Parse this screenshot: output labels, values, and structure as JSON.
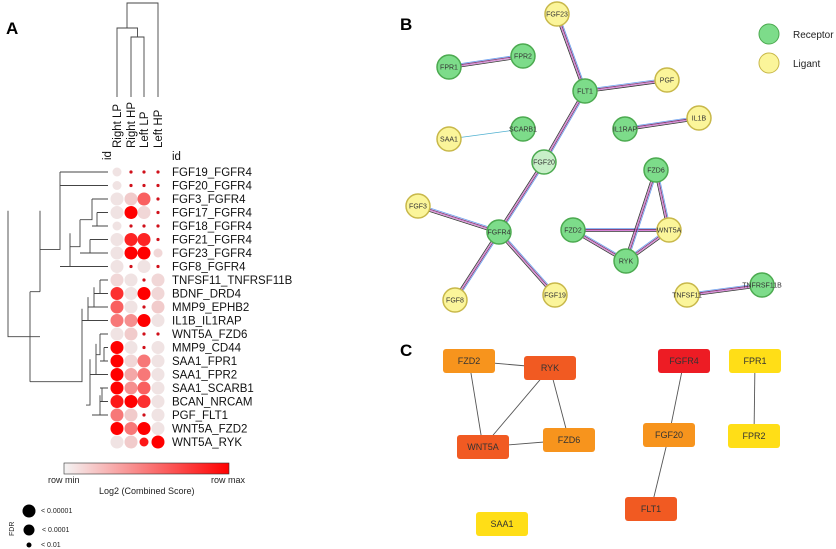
{
  "panels": {
    "a": "A",
    "b": "B",
    "c": "C"
  },
  "chart_data": {
    "type": "heatmap",
    "row_header": "id",
    "col_header": "id",
    "columns": [
      "Right LP",
      "Right HP",
      "Left LP",
      "Left HP"
    ],
    "rows": [
      "FGF19_FGFR4",
      "FGF20_FGFR4",
      "FGF3_FGFR4",
      "FGF17_FGFR4",
      "FGF18_FGFR4",
      "FGF21_FGFR4",
      "FGF23_FGFR4",
      "FGF8_FGFR4",
      "TNFSF11_TNFRSF11B",
      "BDNF_DRD4",
      "MMP9_EPHB2",
      "IL1B_IL1RAP",
      "WNT5A_FZD6",
      "MMP9_CD44",
      "SAA1_FPR1",
      "SAA1_FPR2",
      "SAA1_SCARB1",
      "BCAN_NRCAM",
      "PGF_FLT1",
      "WNT5A_FZD2",
      "WNT5A_RYK"
    ],
    "score_relative_to_row": [
      [
        0.05,
        0.15,
        0.15,
        0.9
      ],
      [
        0.05,
        0.2,
        0.2,
        0.9
      ],
      [
        0.05,
        0.15,
        0.6,
        0.9
      ],
      [
        0.05,
        1.0,
        0.1,
        0.9
      ],
      [
        0.05,
        0.15,
        0.15,
        0.9
      ],
      [
        0.05,
        0.85,
        0.85,
        0.9
      ],
      [
        0.05,
        1.0,
        1.0,
        0.1
      ],
      [
        0.05,
        0.9,
        0.05,
        0.3
      ],
      [
        0.1,
        0.05,
        0.9,
        0.1
      ],
      [
        0.8,
        0.05,
        1.0,
        0.1
      ],
      [
        0.6,
        0.05,
        0.9,
        0.15
      ],
      [
        0.5,
        0.4,
        1.0,
        0.05
      ],
      [
        0.05,
        0.15,
        0.9,
        0.2
      ],
      [
        1.0,
        0.05,
        0.9,
        0.05
      ],
      [
        1.0,
        0.1,
        0.5,
        0.05
      ],
      [
        1.0,
        0.3,
        0.5,
        0.05
      ],
      [
        1.0,
        0.4,
        0.6,
        0.05
      ],
      [
        0.9,
        1.0,
        0.8,
        0.05
      ],
      [
        0.5,
        0.15,
        0.9,
        0.05
      ],
      [
        1.0,
        0.5,
        1.0,
        0.05
      ],
      [
        0.05,
        0.15,
        0.9,
        1.0
      ]
    ],
    "fdr_level": [
      [
        1,
        2,
        2,
        2
      ],
      [
        1,
        2,
        2,
        2
      ],
      [
        0,
        0,
        0,
        2
      ],
      [
        0,
        0,
        0,
        2
      ],
      [
        1,
        2,
        2,
        2
      ],
      [
        0,
        0,
        0,
        2
      ],
      [
        0,
        0,
        0,
        1
      ],
      [
        0,
        2,
        0,
        2
      ],
      [
        0,
        0,
        2,
        0
      ],
      [
        0,
        0,
        0,
        0
      ],
      [
        0,
        0,
        2,
        0
      ],
      [
        0,
        0,
        0,
        0
      ],
      [
        0,
        0,
        2,
        2
      ],
      [
        0,
        0,
        2,
        0
      ],
      [
        0,
        0,
        0,
        0
      ],
      [
        0,
        0,
        0,
        0
      ],
      [
        0,
        0,
        0,
        0
      ],
      [
        0,
        0,
        0,
        0
      ],
      [
        0,
        0,
        2,
        0
      ],
      [
        0,
        0,
        0,
        0
      ],
      [
        0,
        0,
        1,
        0
      ]
    ],
    "color_min": "#efefef",
    "color_max": "#ff0000",
    "colorbar": {
      "min_label": "row min",
      "max_label": "row max",
      "title": "Log2 (Combined Score)"
    },
    "fdr_legend": {
      "title": "FDR",
      "levels": [
        "< 0.00001",
        "< 0.0001",
        "< 0.01"
      ]
    }
  },
  "network_b": {
    "legend": [
      {
        "label": "Receptor",
        "color": "#7ddc8a"
      },
      {
        "label": "Ligant",
        "color": "#fbf59a"
      }
    ],
    "nodes": [
      {
        "id": "FGF23",
        "type": "ligand"
      },
      {
        "id": "FPR2",
        "type": "receptor"
      },
      {
        "id": "FPR1",
        "type": "receptor"
      },
      {
        "id": "FLT1",
        "type": "receptor"
      },
      {
        "id": "PGF",
        "type": "ligand"
      },
      {
        "id": "SAA1",
        "type": "ligand"
      },
      {
        "id": "SCARB1",
        "type": "receptor"
      },
      {
        "id": "IL1RAP",
        "type": "receptor"
      },
      {
        "id": "IL1B",
        "type": "ligand"
      },
      {
        "id": "FGF20",
        "type": "other"
      },
      {
        "id": "FZD6",
        "type": "receptor"
      },
      {
        "id": "FGF3",
        "type": "ligand"
      },
      {
        "id": "FGFR4",
        "type": "receptor"
      },
      {
        "id": "FZD2",
        "type": "receptor"
      },
      {
        "id": "WNT5A",
        "type": "ligand"
      },
      {
        "id": "RYK",
        "type": "receptor"
      },
      {
        "id": "FGF8",
        "type": "ligand"
      },
      {
        "id": "FGF19",
        "type": "ligand"
      },
      {
        "id": "TNFSF11",
        "type": "ligand"
      },
      {
        "id": "TNFRSF11B",
        "type": "receptor"
      }
    ],
    "edges": [
      [
        "FGF23",
        "FLT1"
      ],
      [
        "FPR1",
        "FPR2"
      ],
      [
        "FLT1",
        "PGF"
      ],
      [
        "FLT1",
        "FGF20"
      ],
      [
        "SAA1",
        "SCARB1"
      ],
      [
        "IL1RAP",
        "IL1B"
      ],
      [
        "FGF20",
        "FGFR4"
      ],
      [
        "FGF3",
        "FGFR4"
      ],
      [
        "FGFR4",
        "FGF8"
      ],
      [
        "FGFR4",
        "FGF19"
      ],
      [
        "FZD2",
        "WNT5A"
      ],
      [
        "FZD2",
        "RYK"
      ],
      [
        "FZD6",
        "RYK"
      ],
      [
        "FZD6",
        "WNT5A"
      ],
      [
        "RYK",
        "WNT5A"
      ],
      [
        "TNFSF11",
        "TNFRSF11B"
      ]
    ]
  },
  "network_c": {
    "nodes": [
      {
        "id": "FZD2",
        "color": "#f7941d"
      },
      {
        "id": "RYK",
        "color": "#f15a22"
      },
      {
        "id": "WNT5A",
        "color": "#f15a22"
      },
      {
        "id": "FZD6",
        "color": "#f7941d"
      },
      {
        "id": "FGFR4",
        "color": "#ed1c24"
      },
      {
        "id": "FPR1",
        "color": "#ffde17"
      },
      {
        "id": "FGF20",
        "color": "#f7941d"
      },
      {
        "id": "FPR2",
        "color": "#ffde17"
      },
      {
        "id": "FLT1",
        "color": "#f15a22"
      },
      {
        "id": "SAA1",
        "color": "#ffde17"
      }
    ],
    "edges": [
      [
        "FZD2",
        "RYK"
      ],
      [
        "FZD2",
        "WNT5A"
      ],
      [
        "RYK",
        "WNT5A"
      ],
      [
        "RYK",
        "FZD6"
      ],
      [
        "WNT5A",
        "FZD6"
      ],
      [
        "FGFR4",
        "FGF20"
      ],
      [
        "FGF20",
        "FLT1"
      ],
      [
        "FPR1",
        "FPR2"
      ]
    ]
  }
}
